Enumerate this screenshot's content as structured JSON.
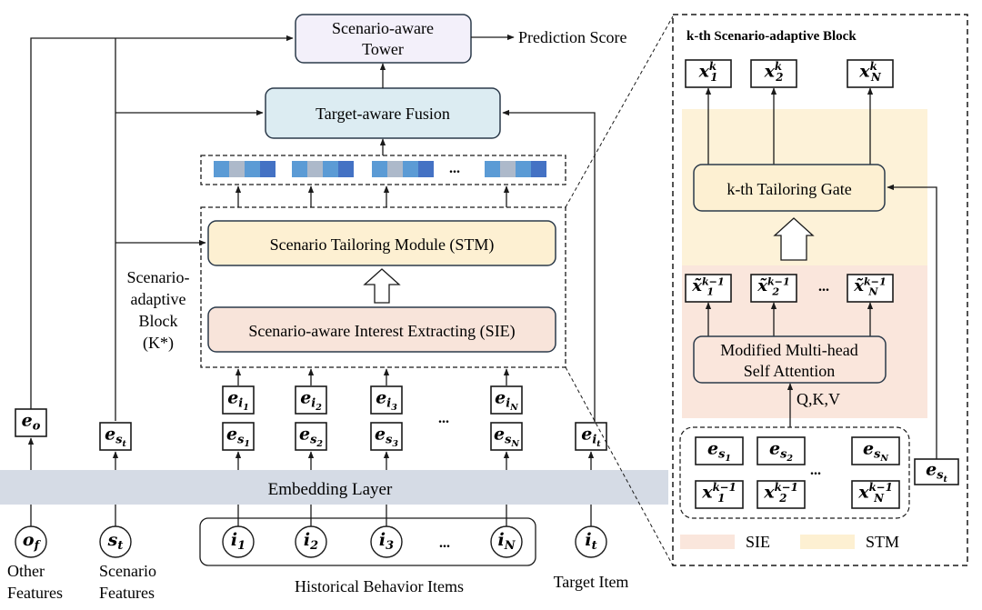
{
  "colors": {
    "tower_fill": "#f3f0fa",
    "fusion_fill": "#dcecf2",
    "stm_fill": "#fdf0d2",
    "sie_fill": "#f8e4da",
    "embedding_fill": "#d5dbe5",
    "stm_region": "#fdf2d8",
    "sie_region": "#fae6dc",
    "cell_light_blue": "#5b9bd5",
    "cell_gray": "#adb9ca",
    "cell_mid_blue": "#5b9bd5",
    "cell_dark_blue": "#4472c4",
    "box_stroke": "#2b3a4a"
  },
  "main": {
    "tower_label_line1": "Scenario-aware",
    "tower_label_line2": "Tower",
    "prediction_label": "Prediction Score",
    "fusion_label": "Target-aware Fusion",
    "stm_label": "Scenario Tailoring Module (STM)",
    "sie_label": "Scenario-aware Interest Extracting (SIE)",
    "block_label_line1": "Scenario-",
    "block_label_line2": "adaptive",
    "block_label_line3": "Block",
    "block_label_line4": "(K*)",
    "embedding_label": "Embedding Layer",
    "ellipsis": "...",
    "embeddings_item": [
      {
        "base": "e",
        "sub": "i",
        "subsub": "1"
      },
      {
        "base": "e",
        "sub": "i",
        "subsub": "2"
      },
      {
        "base": "e",
        "sub": "i",
        "subsub": "3"
      },
      {
        "base": "e",
        "sub": "i",
        "subsub": "N"
      }
    ],
    "embeddings_scenario": [
      {
        "base": "e",
        "sub": "s",
        "subsub": "1"
      },
      {
        "base": "e",
        "sub": "s",
        "subsub": "2"
      },
      {
        "base": "e",
        "sub": "s",
        "subsub": "3"
      },
      {
        "base": "e",
        "sub": "s",
        "subsub": "N"
      }
    ],
    "e_other": {
      "base": "e",
      "sub": "o"
    },
    "e_scenario_target": {
      "base": "e",
      "sub": "s",
      "subsub": "t"
    },
    "e_item_target": {
      "base": "e",
      "sub": "i",
      "subsub": "t"
    },
    "inputs": {
      "other": {
        "base": "o",
        "sub": "f",
        "label_line1": "Other",
        "label_line2": "Features"
      },
      "scenario": {
        "base": "s",
        "sub": "t",
        "label_line1": "Scenario",
        "label_line2": "Features"
      },
      "history": [
        {
          "base": "i",
          "sub": "1"
        },
        {
          "base": "i",
          "sub": "2"
        },
        {
          "base": "i",
          "sub": "3"
        },
        {
          "base": "i",
          "sub": "N"
        }
      ],
      "history_label": "Historical Behavior Items",
      "target": {
        "base": "i",
        "sub": "t",
        "label": "Target Item"
      }
    }
  },
  "detail": {
    "title": "k-th Scenario-adaptive Block",
    "outputs": [
      {
        "base": "x",
        "sup": "k",
        "sub": "1"
      },
      {
        "base": "x",
        "sup": "k",
        "sub": "2"
      },
      {
        "base": "x",
        "sup": "k",
        "sub": "N"
      }
    ],
    "gate_label": "k-th Tailoring Gate",
    "intermediates": [
      {
        "base": "x̃",
        "sup": "k−1",
        "sub": "1"
      },
      {
        "base": "x̃",
        "sup": "k−1",
        "sub": "2"
      },
      {
        "base": "x̃",
        "sup": "k−1",
        "sub": "N"
      }
    ],
    "attention_line1": "Modified Multi-head",
    "attention_line2": "Self Attention",
    "qkv_label": "Q,K,V",
    "input_scenarios": [
      {
        "base": "e",
        "sub": "s",
        "subsub": "1"
      },
      {
        "base": "e",
        "sub": "s",
        "subsub": "2"
      },
      {
        "base": "e",
        "sub": "s",
        "subsub": "N"
      }
    ],
    "input_prev": [
      {
        "base": "x",
        "sup": "k−1",
        "sub": "1"
      },
      {
        "base": "x",
        "sup": "k−1",
        "sub": "2"
      },
      {
        "base": "x",
        "sup": "k−1",
        "sub": "N"
      }
    ],
    "e_scenario_target": {
      "base": "e",
      "sub": "s",
      "subsub": "t"
    },
    "ellipsis": "...",
    "legend": [
      {
        "label": "SIE",
        "color": "#fae6dc"
      },
      {
        "label": "STM",
        "color": "#fdf0d2"
      }
    ]
  }
}
